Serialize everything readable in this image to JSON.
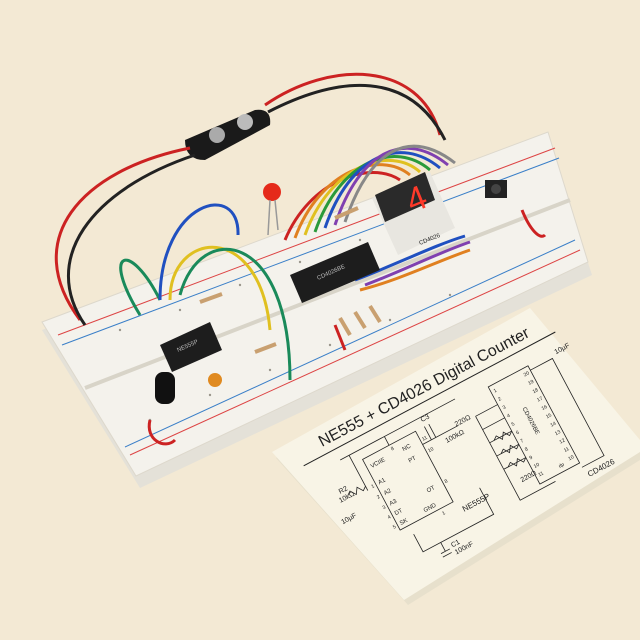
{
  "scene": {
    "background_color": "#f3e9d4",
    "breadboard_color": "#f4f2ec",
    "card_color": "#f8f4e6"
  },
  "display": {
    "digit": "4",
    "part_label": "CD4026"
  },
  "chips": [
    {
      "label": "NE555P"
    },
    {
      "label": "CD4026BE"
    }
  ],
  "schematic_card": {
    "title": "NE555 + CD4026 Digital Counter",
    "ne555": {
      "label": "NE555P",
      "pins": [
        "VCIIE",
        "NC",
        "PT",
        "A1",
        "A2",
        "A3",
        "DT",
        "SK",
        "GND",
        "OT"
      ],
      "pin_numbers": [
        "8",
        "11",
        "10",
        "1",
        "2",
        "3",
        "4",
        "5",
        "1",
        "8"
      ]
    },
    "cd4026": {
      "label": "CD4026",
      "chip_text": "CD4026BE",
      "left_pins": [
        "1",
        "2",
        "3",
        "4",
        "5",
        "6",
        "7",
        "8",
        "9",
        "10",
        "11"
      ],
      "right_pins": [
        "20",
        "19",
        "18",
        "17",
        "16",
        "15",
        "14",
        "13",
        "12",
        "11",
        "10"
      ],
      "dp_label": "dp"
    },
    "components": {
      "r2": "R2",
      "r2_value": "10kΩ",
      "c3": "C3",
      "c3_value": "100kΩ",
      "c1": "C1",
      "c1_value": "100nF",
      "cap_in": "10µF",
      "cap_out": "10µF",
      "res_top": "220Ω",
      "res_bottom": "220Ω"
    }
  }
}
